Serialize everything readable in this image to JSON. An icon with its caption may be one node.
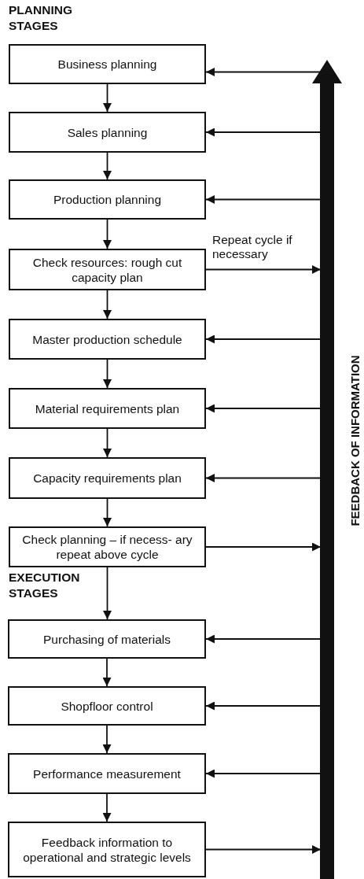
{
  "diagram": {
    "nodes": [
      {
        "text": [
          "Business planning"
        ]
      },
      {
        "text": [
          "Sales planning"
        ]
      },
      {
        "text": [
          "Production planning"
        ]
      },
      {
        "text": [
          "Check resources: rough cut capacity plan"
        ]
      },
      {
        "text": [
          "Master production schedule"
        ]
      },
      {
        "text": [
          "Material requirements plan"
        ]
      },
      {
        "text": [
          "Capacity requirements plan"
        ]
      },
      {
        "text": [
          "Check planning – if necess- ary repeat above cycle"
        ]
      },
      {
        "text": [
          "Purchasing of materials"
        ]
      },
      {
        "text": [
          "Shopfloor control"
        ]
      },
      {
        "text": [
          "Performance measurement"
        ]
      },
      {
        "text": [
          "Feedback information to operational and strategic levels"
        ]
      },
      {
        "text": [],
        "shape": "bar",
        "beside": [
          "FEEDBACK OF INFORMATION"
        ]
      }
    ],
    "edges": [
      {
        "from": 0,
        "to": 1,
        "arrow": "to"
      },
      {
        "from": 1,
        "to": 2,
        "arrow": "to"
      },
      {
        "from": 2,
        "to": 3,
        "arrow": "to"
      },
      {
        "from": 3,
        "to": 4,
        "arrow": "to"
      },
      {
        "from": 4,
        "to": 5,
        "arrow": "to"
      },
      {
        "from": 5,
        "to": 6,
        "arrow": "to"
      },
      {
        "from": 6,
        "to": 7,
        "arrow": "to"
      },
      {
        "from": 7,
        "to": 8,
        "arrow": "to"
      },
      {
        "from": 8,
        "to": 9,
        "arrow": "to"
      },
      {
        "from": 9,
        "to": 10,
        "arrow": "to"
      },
      {
        "from": 10,
        "to": 11,
        "arrow": "to"
      },
      {
        "from": 12,
        "to": 0,
        "arrow": "to"
      },
      {
        "from": 12,
        "to": 1,
        "arrow": "to"
      },
      {
        "from": 12,
        "to": 2,
        "arrow": "to"
      },
      {
        "from": 3,
        "to": 12,
        "arrow": "to",
        "label": "Repeat cycle if necessary"
      },
      {
        "from": 12,
        "to": 4,
        "arrow": "to"
      },
      {
        "from": 12,
        "to": 5,
        "arrow": "to"
      },
      {
        "from": 12,
        "to": 6,
        "arrow": "to"
      },
      {
        "from": 7,
        "to": 12,
        "arrow": "to"
      },
      {
        "from": 12,
        "to": 8,
        "arrow": "to"
      },
      {
        "from": 12,
        "to": 9,
        "arrow": "to"
      },
      {
        "from": 12,
        "to": 10,
        "arrow": "to"
      },
      {
        "from": 11,
        "to": 12,
        "arrow": "to"
      }
    ],
    "labels": [
      "PLANNING STAGES",
      "EXECUTION STAGES"
    ]
  }
}
